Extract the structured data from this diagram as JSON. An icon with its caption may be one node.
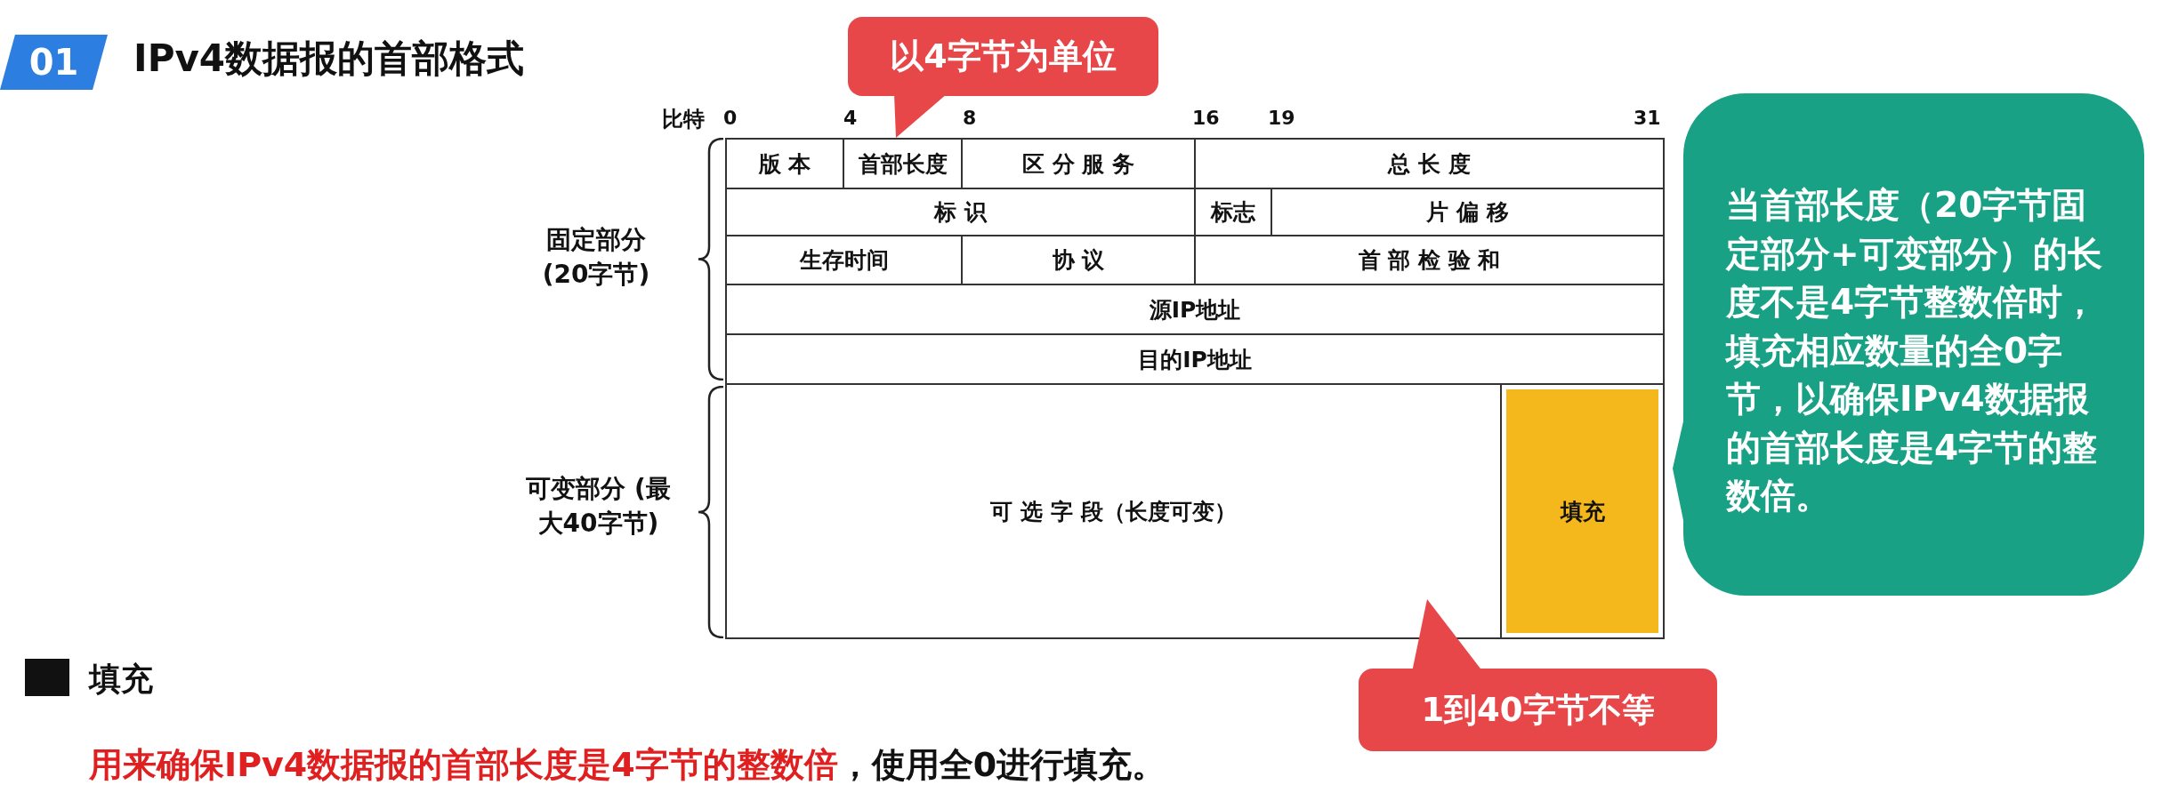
{
  "diagram": {
    "title": "IPv4数据报的首部格式",
    "nodes": [
      {
        "text": [
          "以4字节为单位"
        ]
      },
      {
        "text": [
          "版 本"
        ]
      },
      {
        "text": [
          "首部长度"
        ]
      },
      {
        "text": [
          "区 分 服 务"
        ]
      },
      {
        "text": [
          "总 长 度"
        ]
      },
      {
        "text": [
          "标 识"
        ]
      },
      {
        "text": [
          "标志"
        ]
      },
      {
        "text": [
          "片 偏 移"
        ]
      },
      {
        "text": [
          "生存时间"
        ]
      },
      {
        "text": [
          "协 议"
        ]
      },
      {
        "text": [
          "首 部 检 验 和"
        ]
      },
      {
        "text": [
          "源IP地址"
        ]
      },
      {
        "text": [
          "目的IP地址"
        ]
      },
      {
        "text": [
          "可 选 字 段（长度可变）"
        ]
      },
      {
        "text": [
          "填充"
        ]
      },
      {
        "text": [
          "当首部长度（20字节固定部分+可变部分）的长度不是4字节整数倍时，填充相应数量的全0字节，以确保IPv4数据报的首部长度是4字节的整数倍。"
        ]
      },
      {
        "text": [
          "1到40字节不等"
        ]
      }
    ],
    "labels": [
      "01",
      "比特",
      "0",
      "4",
      "8",
      "16",
      "19",
      "31",
      "固定部分 (20字节)",
      "可变部分 (最大40字节)",
      "填充",
      "**用来确保IPv4数据报的首部长度是4字节的整数倍**，使用全0进行填充。"
    ]
  }
}
